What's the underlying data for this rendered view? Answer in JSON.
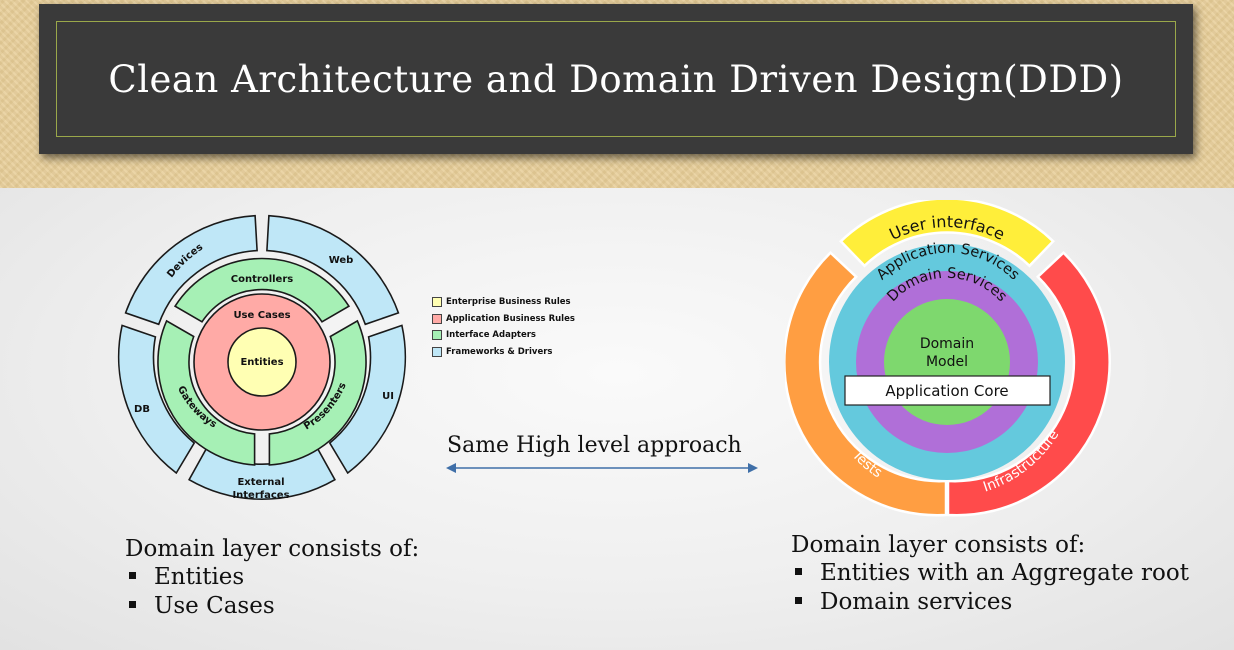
{
  "title": "Clean Architecture and Domain Driven Design(DDD)",
  "clean_architecture": {
    "entities": "Entities",
    "use_cases": "Use Cases",
    "controllers": "Controllers",
    "gateways": "Gateways",
    "presenters": "Presenters",
    "devices": "Devices",
    "web": "Web",
    "ui": "UI",
    "db": "DB",
    "external_interfaces_1": "External",
    "external_interfaces_2": "Interfaces"
  },
  "legend": [
    {
      "label": "Enterprise Business Rules",
      "color": "#ffffb3"
    },
    {
      "label": "Application Business Rules",
      "color": "#ffaaa6"
    },
    {
      "label": "Interface Adapters",
      "color": "#a6f0b5"
    },
    {
      "label": "Frameworks & Drivers",
      "color": "#bfe7f7"
    }
  ],
  "approach_label": "Same High level approach",
  "onion": {
    "user_interface": "User interface",
    "application_services": "Application Services",
    "domain_services": "Domain Services",
    "domain_model_1": "Domain",
    "domain_model_2": "Model",
    "application_core": "Application Core",
    "tests": "Tests",
    "infrastructure": "Infrastructure"
  },
  "left_list": {
    "heading": "Domain layer consists of:",
    "items": [
      "Entities",
      "Use Cases"
    ]
  },
  "right_list": {
    "heading": "Domain layer consists of:",
    "items": [
      "Entities with an Aggregate root",
      "Domain services"
    ]
  }
}
